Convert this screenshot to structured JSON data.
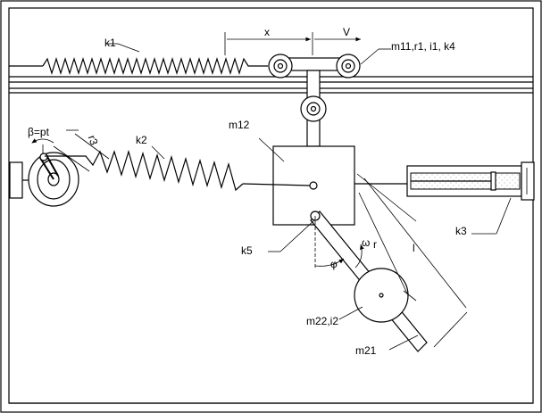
{
  "diagram": {
    "labels": {
      "k1": "k1",
      "x": "x",
      "v": "V",
      "m11": "m11,r1, i1, k4",
      "beta": "β=pt",
      "r3": "r3",
      "k2": "k2",
      "m12": "m12",
      "k3": "k3",
      "k5": "k5",
      "omega": "ω",
      "phi": "φ",
      "r": "r",
      "l": "l",
      "m22": "m22,i2",
      "m21": "m21"
    }
  }
}
